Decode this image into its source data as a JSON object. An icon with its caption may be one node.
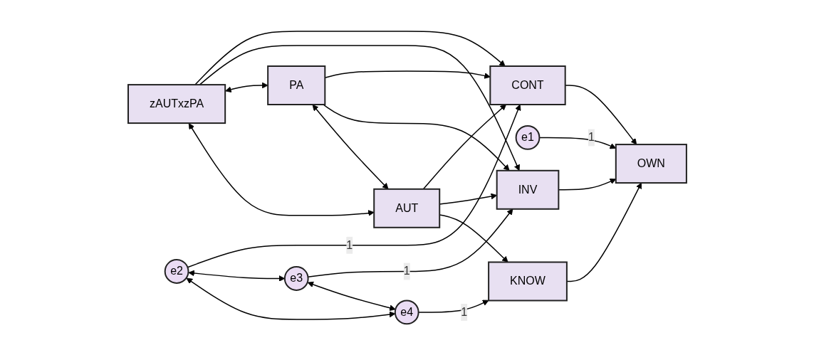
{
  "diagram": {
    "nodes": [
      {
        "text": [
          "e2"
        ]
      },
      {
        "text": [
          "zAUTxzPA"
        ]
      },
      {
        "text": [
          "CONT"
        ]
      },
      {
        "text": [
          "PA"
        ]
      },
      {
        "text": [
          "e1"
        ]
      },
      {
        "text": [
          "e3"
        ]
      },
      {
        "text": [
          "AUT"
        ]
      },
      {
        "text": [
          "INV"
        ]
      },
      {
        "text": [
          "OWN"
        ]
      },
      {
        "text": [
          "e4"
        ]
      },
      {
        "text": [
          "KNOW"
        ]
      }
    ],
    "edges": [
      {
        "from": 1,
        "to": 2,
        "arrow": "to"
      },
      {
        "from": 1,
        "to": 7,
        "arrow": "to"
      },
      {
        "from": 3,
        "to": 2,
        "arrow": "to"
      },
      {
        "from": 3,
        "to": 7,
        "arrow": "to"
      },
      {
        "from": 6,
        "to": 2,
        "arrow": "to"
      },
      {
        "from": 6,
        "to": 7,
        "arrow": "to"
      },
      {
        "from": 6,
        "to": 10,
        "arrow": "to"
      },
      {
        "from": 2,
        "to": 8,
        "arrow": "to"
      },
      {
        "from": 7,
        "to": 8,
        "arrow": "to"
      },
      {
        "from": 10,
        "to": 8,
        "arrow": "to"
      },
      {
        "from": 0,
        "to": 2,
        "arrow": "to",
        "label": "1"
      },
      {
        "from": 5,
        "to": 7,
        "arrow": "to",
        "label": "1"
      },
      {
        "from": 9,
        "to": 10,
        "arrow": "to",
        "label": "1"
      },
      {
        "from": 4,
        "to": 8,
        "arrow": "to",
        "label": "1"
      },
      {
        "from": 1,
        "to": 3,
        "arrow": "both"
      },
      {
        "from": 3,
        "to": 6,
        "arrow": "both"
      },
      {
        "from": 1,
        "to": 6,
        "arrow": "both"
      },
      {
        "from": 0,
        "to": 5,
        "arrow": "both"
      },
      {
        "from": 0,
        "to": 9,
        "arrow": "both"
      },
      {
        "from": 5,
        "to": 9,
        "arrow": "both"
      }
    ]
  }
}
